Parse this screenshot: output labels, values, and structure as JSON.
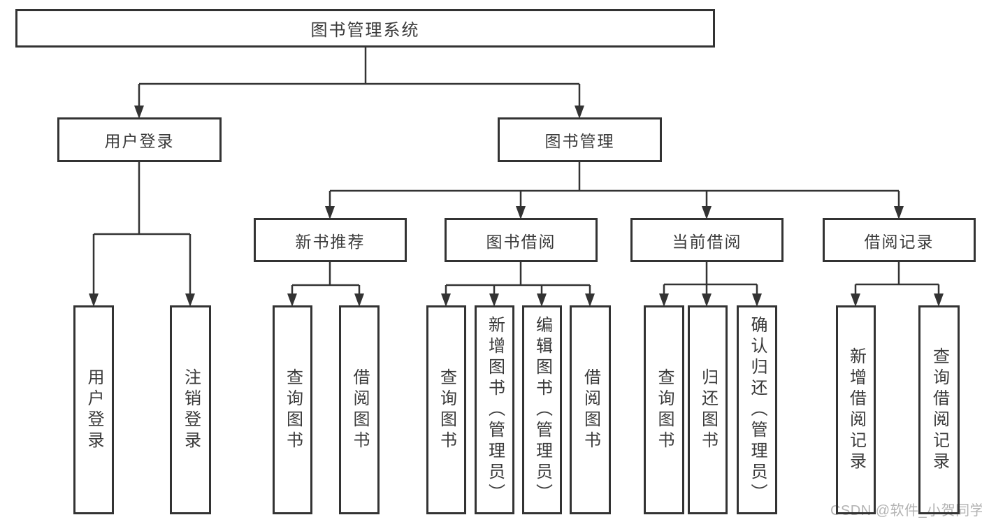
{
  "tree": {
    "label": "图书管理系统",
    "children": [
      {
        "label": "用户登录",
        "children": [
          {
            "label": "用户登录"
          },
          {
            "label": "注销登录"
          }
        ]
      },
      {
        "label": "图书管理",
        "children": [
          {
            "label": "新书推荐",
            "children": [
              {
                "label": "查询图书"
              },
              {
                "label": "借阅图书"
              }
            ]
          },
          {
            "label": "图书借阅",
            "children": [
              {
                "label": "查询图书"
              },
              {
                "label": "新增图书（管理员）"
              },
              {
                "label": "编辑图书（管理员）"
              },
              {
                "label": "借阅图书"
              }
            ]
          },
          {
            "label": "当前借阅",
            "children": [
              {
                "label": "查询图书"
              },
              {
                "label": "归还图书"
              },
              {
                "label": "确认归还（管理员）"
              }
            ]
          },
          {
            "label": "借阅记录",
            "children": [
              {
                "label": "新增借阅记录"
              },
              {
                "label": "查询借阅记录"
              }
            ]
          }
        ]
      }
    ]
  },
  "watermark": {
    "text": "CSDN @软件_小贺同学"
  },
  "colors": {
    "line": "#333333",
    "border": "#333333",
    "text": "#3a3a3a",
    "watermark": "#b3b3b3",
    "background": "#ffffff"
  }
}
